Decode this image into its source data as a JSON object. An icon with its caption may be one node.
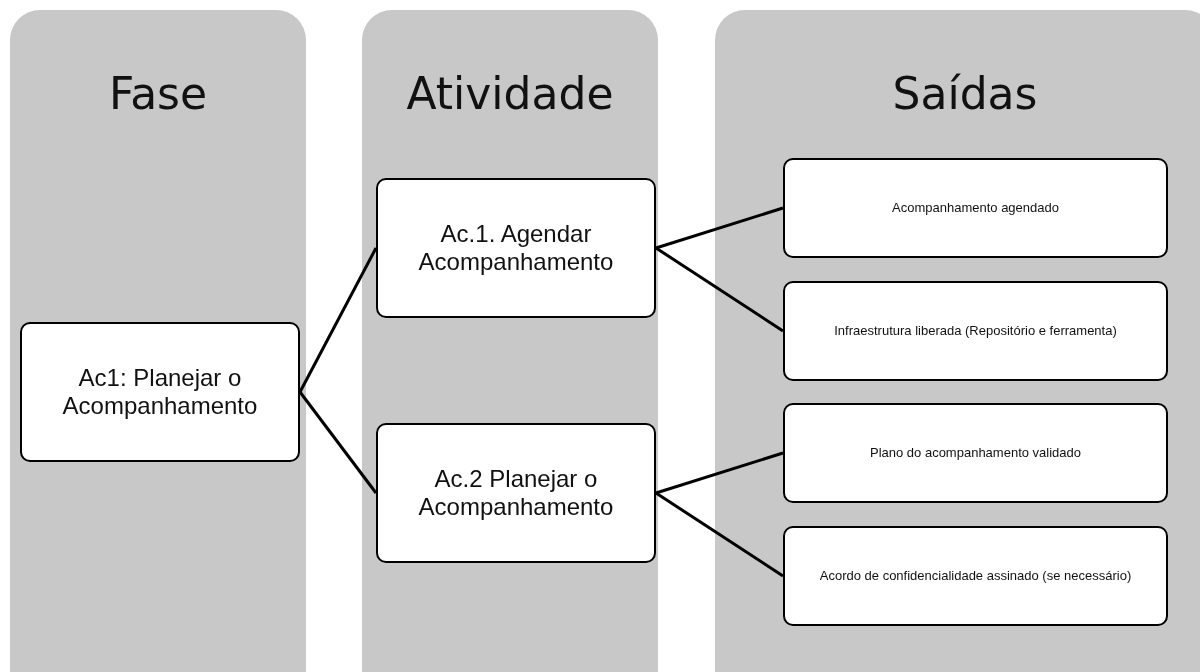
{
  "diagram": {
    "nodes": [
      {
        "text": [
          "Fase"
        ]
      },
      {
        "text": [
          "Atividade"
        ]
      },
      {
        "text": [
          "Saídas"
        ]
      },
      {
        "text": [
          "Ac1: Planejar o Acompanhamento"
        ],
        "in": 0
      },
      {
        "text": [
          "Ac.1. Agendar Acompanhamento"
        ],
        "in": 1
      },
      {
        "text": [
          "Ac.2 Planejar o Acompanhamento"
        ],
        "in": 1
      },
      {
        "text": [
          "Acompanhamento agendado"
        ],
        "in": 2
      },
      {
        "text": [
          "Infraestrutura liberada (Repositório e ferramenta)"
        ],
        "in": 2
      },
      {
        "text": [
          "Plano do acompanhamento validado"
        ],
        "in": 2
      },
      {
        "text": [
          "Acordo de confidencialidade assinado (se necessário)"
        ],
        "in": 2
      }
    ],
    "edges": [
      {
        "from": 3,
        "to": 4,
        "arrow": "none"
      },
      {
        "from": 3,
        "to": 5,
        "arrow": "none"
      },
      {
        "from": 4,
        "to": 6,
        "arrow": "none"
      },
      {
        "from": 4,
        "to": 7,
        "arrow": "none"
      },
      {
        "from": 5,
        "to": 8,
        "arrow": "none"
      },
      {
        "from": 5,
        "to": 9,
        "arrow": "none"
      }
    ]
  }
}
